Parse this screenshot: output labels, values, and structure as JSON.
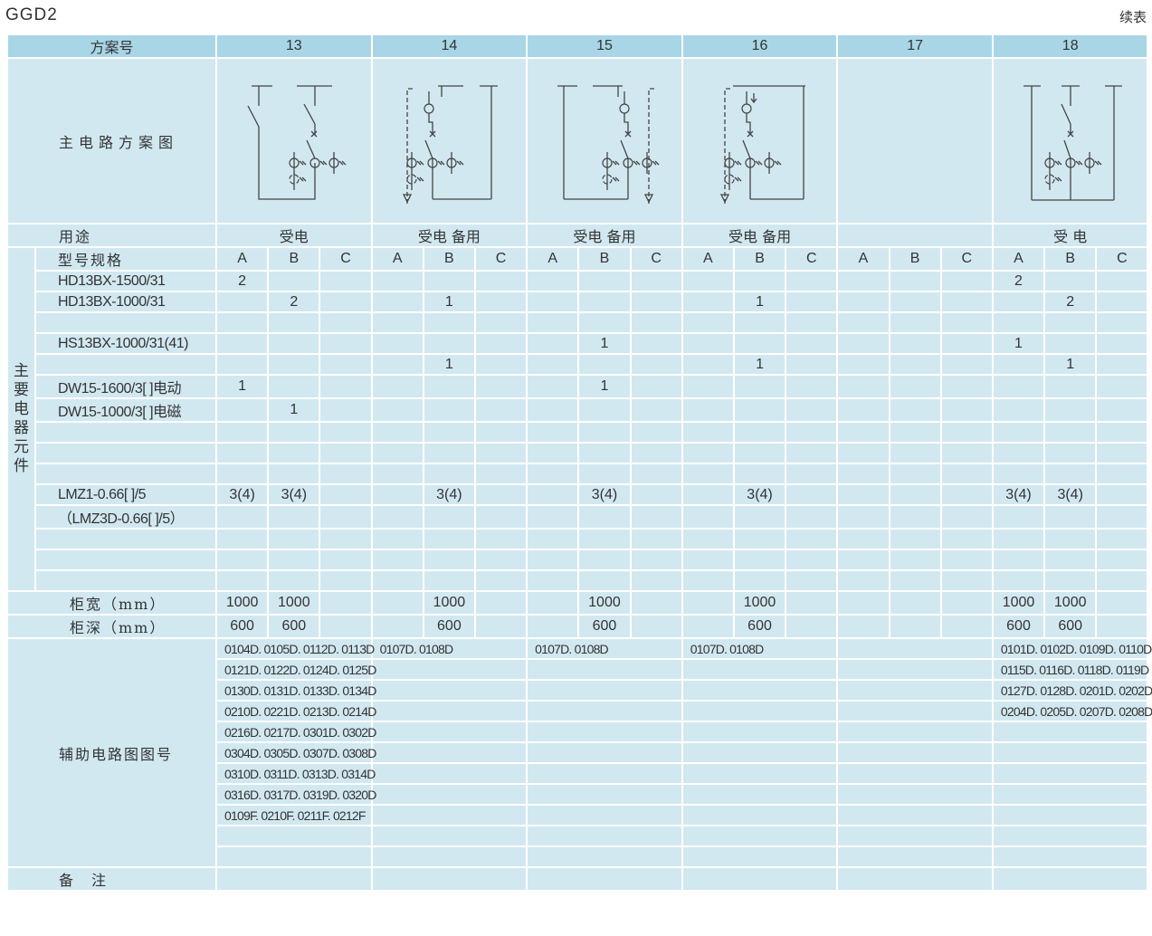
{
  "title": "GGD2",
  "continued_label": "续表",
  "header": {
    "scheme_label": "方案号",
    "schemes": [
      "13",
      "14",
      "15",
      "16",
      "17",
      "18"
    ]
  },
  "diagram_label": "主电路方案图",
  "diagram_icons": [
    "main-circuit-diagram-13",
    "main-circuit-diagram-14",
    "main-circuit-diagram-15",
    "main-circuit-diagram-16",
    "",
    "main-circuit-diagram-18"
  ],
  "usage": {
    "label": "用途",
    "values": [
      "受电",
      "受电 备用",
      "受电 备用",
      "受电 备用",
      "",
      "受 电"
    ]
  },
  "spec": {
    "label": "型号规格",
    "subcols": [
      "A",
      "B",
      "C"
    ]
  },
  "components_group_label": "主要电器元件",
  "components": [
    {
      "name": "HD13BX-1500/31",
      "values": [
        "2",
        "",
        "",
        "",
        "",
        "",
        "",
        "",
        "",
        "",
        "",
        "",
        "",
        "",
        "",
        "2",
        "",
        ""
      ]
    },
    {
      "name": "HD13BX-1000/31",
      "values": [
        "",
        "2",
        "",
        "",
        "1",
        "",
        "",
        "",
        "",
        "",
        "1",
        "",
        "",
        "",
        "",
        "",
        "2",
        ""
      ]
    },
    {
      "name": "",
      "values": [
        "",
        "",
        "",
        "",
        "",
        "",
        "",
        "",
        "",
        "",
        "",
        "",
        "",
        "",
        "",
        "",
        "",
        ""
      ]
    },
    {
      "name": "HS13BX-1000/31(41)",
      "values": [
        "",
        "",
        "",
        "",
        "",
        "",
        "",
        "1",
        "",
        "",
        "",
        "",
        "",
        "",
        "",
        "1",
        "",
        ""
      ]
    },
    {
      "name": "",
      "values": [
        "",
        "",
        "",
        "",
        "1",
        "",
        "",
        "",
        "",
        "",
        "1",
        "",
        "",
        "",
        "",
        "",
        "1",
        ""
      ]
    },
    {
      "name": "DW15-1600/3[ ]电动",
      "values": [
        "1",
        "",
        "",
        "",
        "",
        "",
        "",
        "1",
        "",
        "",
        "",
        "",
        "",
        "",
        "",
        "",
        "",
        ""
      ]
    },
    {
      "name": "DW15-1000/3[ ]电磁",
      "values": [
        "",
        "1",
        "",
        "",
        "",
        "",
        "",
        "",
        "",
        "",
        "",
        "",
        "",
        "",
        "",
        "",
        "",
        ""
      ]
    },
    {
      "name": "",
      "values": [
        "",
        "",
        "",
        "",
        "",
        "",
        "",
        "",
        "",
        "",
        "",
        "",
        "",
        "",
        "",
        "",
        "",
        ""
      ]
    },
    {
      "name": "",
      "values": [
        "",
        "",
        "",
        "",
        "",
        "",
        "",
        "",
        "",
        "",
        "",
        "",
        "",
        "",
        "",
        "",
        "",
        ""
      ]
    },
    {
      "name": "",
      "values": [
        "",
        "",
        "",
        "",
        "",
        "",
        "",
        "",
        "",
        "",
        "",
        "",
        "",
        "",
        "",
        "",
        "",
        ""
      ]
    },
    {
      "name": "LMZ1-0.66[ ]/5",
      "values": [
        "3(4)",
        "3(4)",
        "",
        "",
        "3(4)",
        "",
        "",
        "3(4)",
        "",
        "",
        "3(4)",
        "",
        "",
        "",
        "",
        "3(4)",
        "3(4)",
        ""
      ]
    },
    {
      "name": "（LMZ3D-0.66[ ]/5）",
      "values": [
        "",
        "",
        "",
        "",
        "",
        "",
        "",
        "",
        "",
        "",
        "",
        "",
        "",
        "",
        "",
        "",
        "",
        ""
      ]
    },
    {
      "name": "",
      "values": [
        "",
        "",
        "",
        "",
        "",
        "",
        "",
        "",
        "",
        "",
        "",
        "",
        "",
        "",
        "",
        "",
        "",
        ""
      ]
    },
    {
      "name": "",
      "values": [
        "",
        "",
        "",
        "",
        "",
        "",
        "",
        "",
        "",
        "",
        "",
        "",
        "",
        "",
        "",
        "",
        "",
        ""
      ]
    },
    {
      "name": "",
      "values": [
        "",
        "",
        "",
        "",
        "",
        "",
        "",
        "",
        "",
        "",
        "",
        "",
        "",
        "",
        "",
        "",
        "",
        ""
      ]
    }
  ],
  "width": {
    "label": "柜宽（mm）",
    "values": [
      "1000",
      "1000",
      "",
      "",
      "1000",
      "",
      "",
      "1000",
      "",
      "",
      "1000",
      "",
      "",
      "",
      "",
      "1000",
      "1000",
      ""
    ]
  },
  "depth": {
    "label": "柜深（mm）",
    "values": [
      "600",
      "600",
      "",
      "",
      "600",
      "",
      "",
      "600",
      "",
      "",
      "600",
      "",
      "",
      "",
      "",
      "600",
      "600",
      ""
    ]
  },
  "aux": {
    "label": "辅助电路图图号",
    "rows": [
      [
        "0104D. 0105D. 0112D. 0113D",
        "0107D. 0108D",
        "0107D. 0108D",
        "0107D. 0108D",
        "",
        "0101D. 0102D. 0109D. 0110D"
      ],
      [
        "0121D. 0122D. 0124D. 0125D",
        "",
        "",
        "",
        "",
        "0115D. 0116D. 0118D. 0119D"
      ],
      [
        "0130D. 0131D. 0133D. 0134D",
        "",
        "",
        "",
        "",
        "0127D. 0128D. 0201D. 0202D"
      ],
      [
        "0210D. 0221D. 0213D. 0214D",
        "",
        "",
        "",
        "",
        "0204D. 0205D. 0207D. 0208D"
      ],
      [
        "0216D. 0217D. 0301D. 0302D",
        "",
        "",
        "",
        "",
        ""
      ],
      [
        "0304D. 0305D. 0307D. 0308D",
        "",
        "",
        "",
        "",
        ""
      ],
      [
        "0310D. 0311D. 0313D. 0314D",
        "",
        "",
        "",
        "",
        ""
      ],
      [
        "0316D. 0317D. 0319D. 0320D",
        "",
        "",
        "",
        "",
        ""
      ],
      [
        "0109F. 0210F. 0211F. 0212F",
        "",
        "",
        "",
        "",
        ""
      ],
      [
        "",
        "",
        "",
        "",
        "",
        ""
      ],
      [
        "",
        "",
        "",
        "",
        "",
        ""
      ]
    ]
  },
  "remarks": {
    "label": "备　注"
  }
}
